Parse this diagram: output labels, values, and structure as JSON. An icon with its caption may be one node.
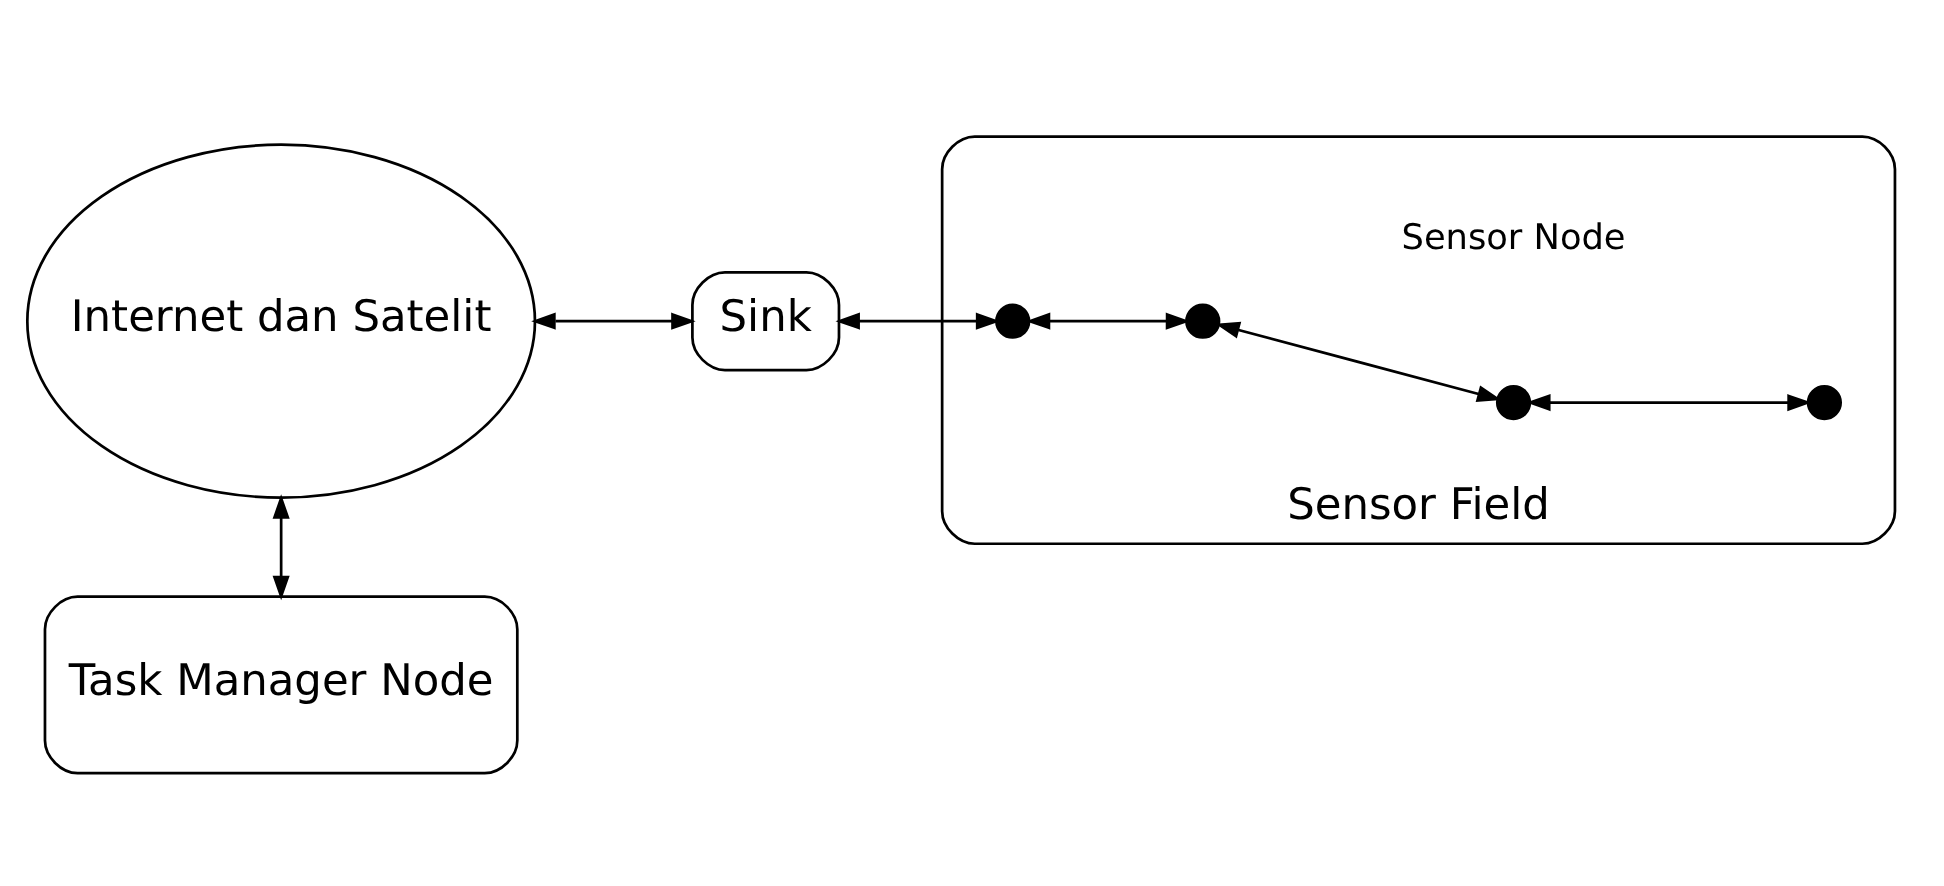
{
  "diagram": {
    "nodes": [
      {
        "text": [
          "Internet dan Satelit"
        ]
      },
      {
        "text": [
          "Task Manager Node"
        ]
      },
      {
        "text": [
          "Sink"
        ]
      },
      {
        "text": [
          "Sensor Field"
        ]
      },
      {
        "text": [],
        "shape": "circle",
        "in": 3
      },
      {
        "text": [],
        "shape": "circle",
        "in": 3
      },
      {
        "text": [],
        "shape": "circle",
        "in": 3
      },
      {
        "text": [],
        "shape": "circle",
        "in": 3
      }
    ],
    "edges": [
      {
        "from": 0,
        "to": 2,
        "arrow": "both"
      },
      {
        "from": 0,
        "to": 1,
        "arrow": "both"
      },
      {
        "from": 2,
        "to": 4,
        "arrow": "both"
      },
      {
        "from": 4,
        "to": 5,
        "arrow": "both"
      },
      {
        "from": 5,
        "to": 6,
        "arrow": "both"
      },
      {
        "from": 6,
        "to": 7,
        "arrow": "both"
      }
    ],
    "labels": [
      "Sensor Node"
    ]
  }
}
